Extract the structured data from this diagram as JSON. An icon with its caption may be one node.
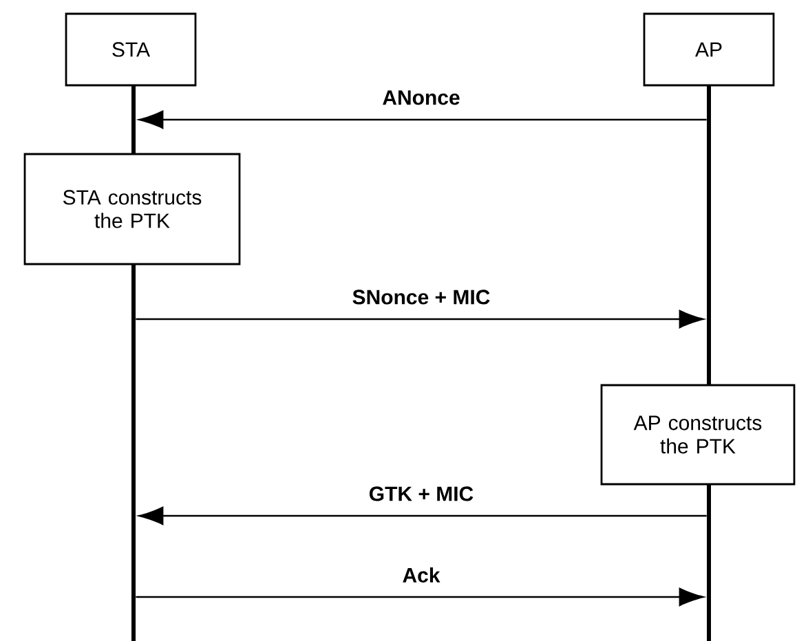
{
  "diagram": {
    "nodes": [
      {
        "text": [
          "STA"
        ]
      },
      {
        "text": [
          "AP"
        ]
      },
      {
        "text": [
          "STA constructs the PTK"
        ]
      },
      {
        "text": [
          "AP constructs the PTK"
        ]
      },
      {
        "text": [],
        "shape": "bar"
      },
      {
        "text": [],
        "shape": "bar"
      },
      {
        "text": [],
        "shape": "bar"
      },
      {
        "text": [],
        "shape": "bar"
      }
    ],
    "edges": [
      {
        "from": 5,
        "to": 4,
        "arrow": "to",
        "label": "ANonce"
      },
      {
        "from": 6,
        "to": 5,
        "arrow": "to",
        "label": "SNonce + MIC"
      },
      {
        "from": 7,
        "to": 6,
        "arrow": "to",
        "label": "GTK + MIC"
      },
      {
        "from": 6,
        "to": 7,
        "arrow": "to",
        "label": "Ack"
      }
    ]
  }
}
